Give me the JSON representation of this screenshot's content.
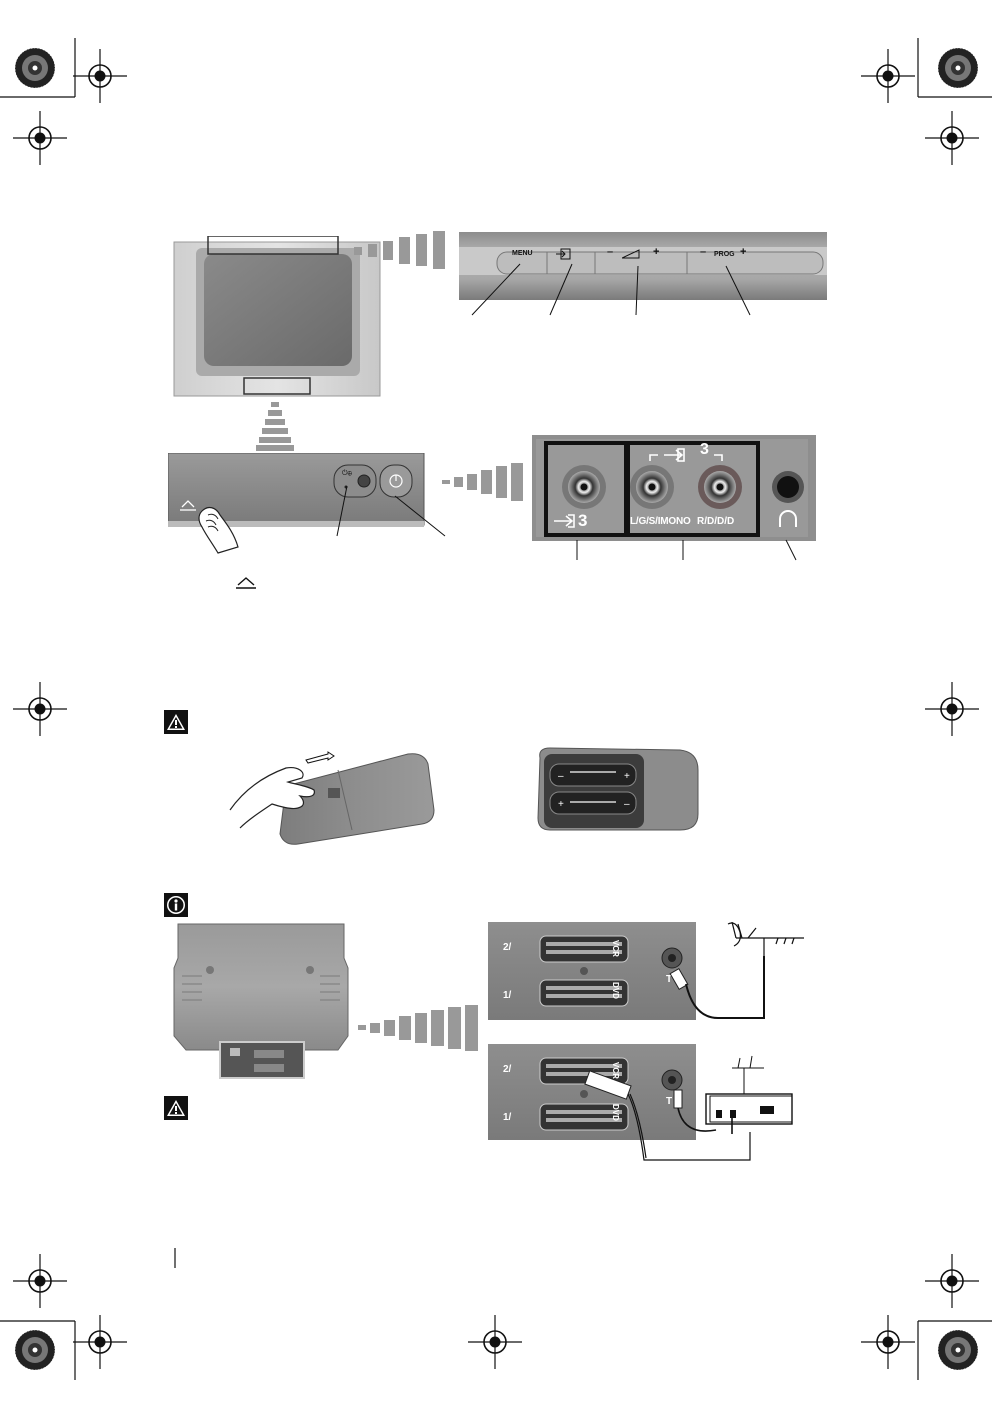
{
  "control_strip": {
    "menu_label": "MENU",
    "vol_minus": "–",
    "vol_plus": "+",
    "prog_minus": "–",
    "prog_label": "PROG",
    "prog_plus": "+"
  },
  "front_jacks": {
    "av3_header": "3",
    "video_label": "3",
    "left_label": "L/G/S/IMONO",
    "right_label": "R/D/D/D"
  },
  "rear_panel": {
    "scart2_label": "2/",
    "scart1_label": "1/",
    "vcr_label": "VCR",
    "dvd_label": "DVD"
  },
  "icons": {
    "caution": "caution-triangle-icon",
    "info": "info-icon",
    "eject": "eject-icon"
  }
}
